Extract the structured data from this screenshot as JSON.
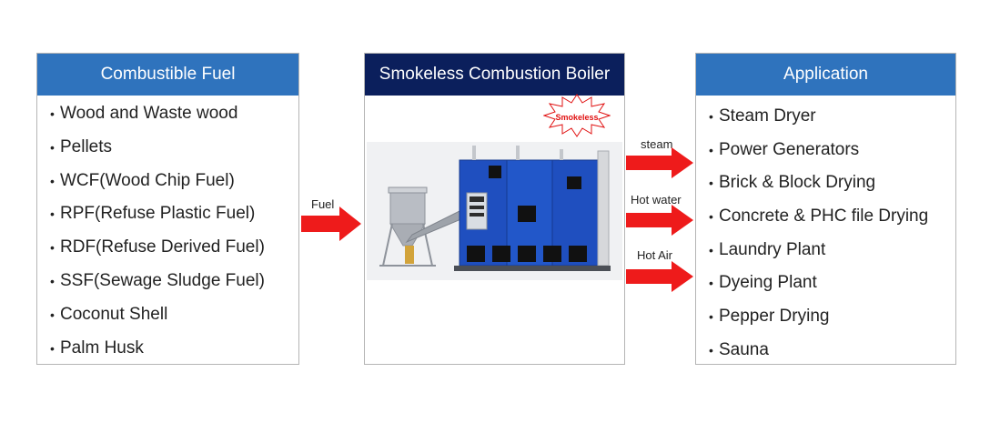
{
  "fuel_panel": {
    "title": "Combustible Fuel",
    "items": [
      "Wood and Waste wood",
      "Pellets",
      "WCF(Wood Chip Fuel)",
      "RPF(Refuse Plastic Fuel)",
      "RDF(Refuse Derived Fuel)",
      "SSF(Sewage Sludge Fuel)",
      "Coconut Shell",
      "Palm Husk"
    ]
  },
  "boiler_panel": {
    "title": "Smokeless Combustion Boiler",
    "badge": "Smokeless"
  },
  "application_panel": {
    "title": "Application",
    "items": [
      "Steam Dryer",
      "Power Generators",
      "Brick & Block Drying",
      "Concrete & PHC file Drying",
      "Laundry Plant",
      "Dyeing Plant",
      "Pepper Drying",
      "Sauna"
    ]
  },
  "arrows": {
    "fuel": "Fuel",
    "steam": "steam",
    "hot_water": "Hot water",
    "hot_air": "Hot Air"
  },
  "colors": {
    "header_blue": "#2f73bd",
    "header_navy": "#0b1f5c",
    "arrow_red": "#ee1b1b",
    "boiler_blue": "#1f4fbf"
  }
}
